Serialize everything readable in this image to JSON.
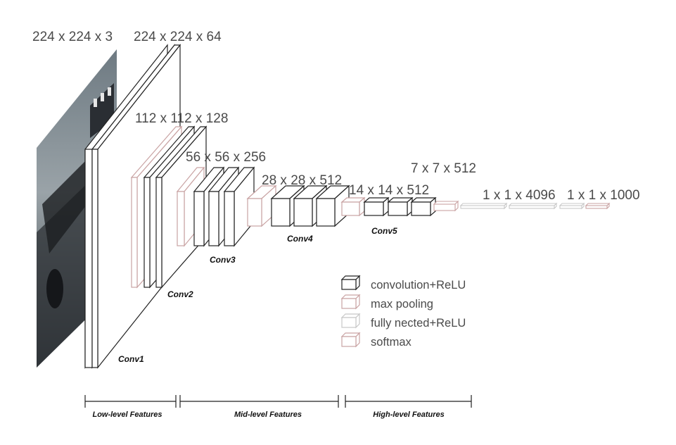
{
  "dimensions": {
    "input": "224 x 224 x 3",
    "conv1": "224 x 224 x 64",
    "conv2": "112 x 112 x 128",
    "conv3": "56 x 56 x 256",
    "conv4": "28 x 28 x 512",
    "conv5": "14 x 14 x 512",
    "pool5": "7 x 7 x 512",
    "fc": "1 x 1 x 4096",
    "out": "1 x 1 x 1000"
  },
  "blocks": {
    "conv1": "Conv1",
    "conv2": "Conv2",
    "conv3": "Conv3",
    "conv4": "Conv4",
    "conv5": "Conv5"
  },
  "legend": {
    "conv": "convolution+ReLU",
    "pool": "max pooling",
    "fc": "fully nected+ReLU",
    "softmax": "softmax"
  },
  "stages": {
    "low": "Low-level Features",
    "mid": "Mid-level Features",
    "high": "High-level Features"
  },
  "colors": {
    "conv": "#1a1a1a",
    "pool": "#c9a3a3",
    "fc": "#c8c8c8",
    "softmax": "#c9a3a3"
  }
}
